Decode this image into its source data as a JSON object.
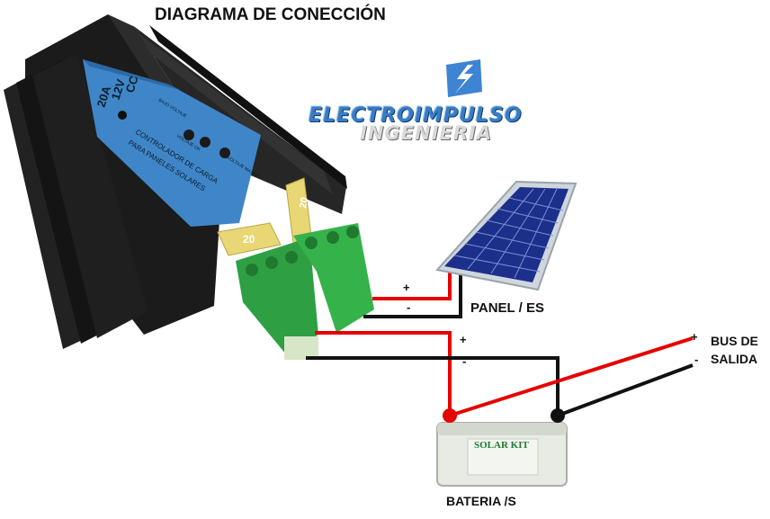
{
  "title": "DIAGRAMA DE CONECCIÓN",
  "logo": {
    "line1": "ELECTROIMPULSO",
    "line2": "INGENIERIA"
  },
  "controller": {
    "spec_type": "CC",
    "spec_voltage": "12V",
    "spec_current": "20A",
    "description_line1": "CONTROLADOR DE CARGA",
    "description_line2": "PARA PANELES SOLARES",
    "indicator_low": "BAJO VOLTAJE",
    "indicator_ok": "VOLTAJE OK",
    "indicator_max": "VOLTAJE MAXIMO"
  },
  "fuses": {
    "rating_1": "20",
    "rating_2": "20"
  },
  "labels": {
    "panel": "PANEL / ES",
    "bus_line1": "BUS DE",
    "bus_line2": "SALIDA",
    "battery": "BATERIA /S",
    "battery_brand": "SOLAR KIT"
  },
  "signs": {
    "plus": "+",
    "minus": "-"
  },
  "colors": {
    "positive_wire": "#e60000",
    "negative_wire": "#111111",
    "terminal_green": "#35b34a",
    "controller_body": "#1e1e1e",
    "controller_label": "#3f86c8"
  }
}
